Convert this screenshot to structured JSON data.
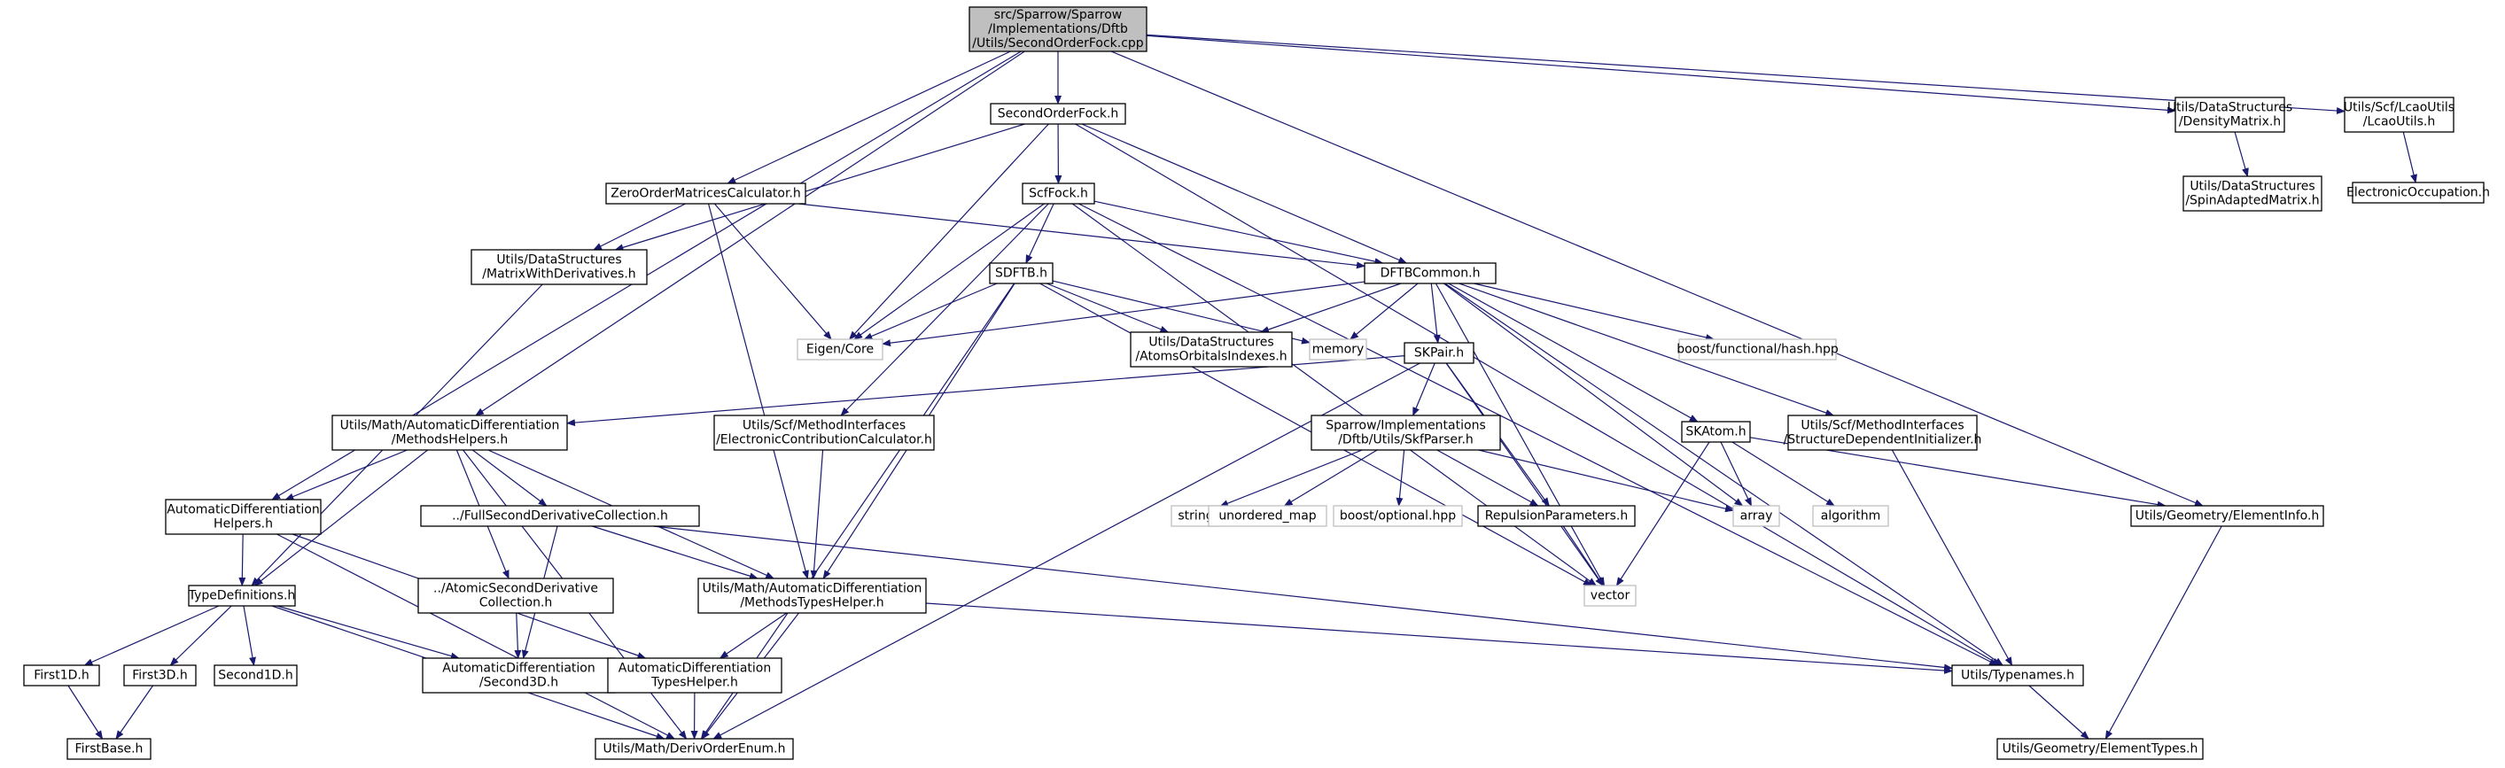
{
  "colors": {
    "edge": "#191970",
    "border": "#000000",
    "system_border": "#bfbfbf",
    "root_fill": "#bfbfbf"
  },
  "nodes": [
    {
      "id": "root",
      "type": "root",
      "lines": [
        "src/Sparrow/Sparrow",
        "/Implementations/Dftb",
        "/Utils/SecondOrderFock.cpp"
      ]
    },
    {
      "id": "sof",
      "type": "solid",
      "lines": [
        "SecondOrderFock.h"
      ]
    },
    {
      "id": "dsdm",
      "type": "solid",
      "lines": [
        "Utils/DataStructures",
        "/DensityMatrix.h"
      ]
    },
    {
      "id": "lcao",
      "type": "solid",
      "lines": [
        "Utils/Scf/LcaoUtils",
        "/LcaoUtils.h"
      ]
    },
    {
      "id": "spin",
      "type": "solid",
      "lines": [
        "Utils/DataStructures",
        "/SpinAdaptedMatrix.h"
      ]
    },
    {
      "id": "eocc",
      "type": "solid",
      "lines": [
        "ElectronicOccupation.h"
      ]
    },
    {
      "id": "zomc",
      "type": "solid",
      "lines": [
        "ZeroOrderMatricesCalculator.h"
      ]
    },
    {
      "id": "scff",
      "type": "solid",
      "lines": [
        "ScfFock.h"
      ]
    },
    {
      "id": "mwd",
      "type": "solid",
      "lines": [
        "Utils/DataStructures",
        "/MatrixWithDerivatives.h"
      ]
    },
    {
      "id": "sdftb",
      "type": "solid",
      "lines": [
        "SDFTB.h"
      ]
    },
    {
      "id": "dftbc",
      "type": "solid",
      "lines": [
        "DFTBCommon.h"
      ]
    },
    {
      "id": "eigen",
      "type": "system",
      "lines": [
        "Eigen/Core"
      ]
    },
    {
      "id": "aoi",
      "type": "solid",
      "lines": [
        "Utils/DataStructures",
        "/AtomsOrbitalsIndexes.h"
      ]
    },
    {
      "id": "memory",
      "type": "system",
      "lines": [
        "memory"
      ]
    },
    {
      "id": "boosthash",
      "type": "system",
      "lines": [
        "boost/functional/hash.hpp"
      ]
    },
    {
      "id": "skpair",
      "type": "solid",
      "lines": [
        "SKPair.h"
      ]
    },
    {
      "id": "mathmh",
      "type": "solid",
      "lines": [
        "Utils/Math/AutomaticDifferentiation",
        "/MethodsHelpers.h"
      ]
    },
    {
      "id": "ecc",
      "type": "solid",
      "lines": [
        "Utils/Scf/MethodInterfaces",
        "/ElectronicContributionCalculator.h"
      ]
    },
    {
      "id": "skf",
      "type": "solid",
      "lines": [
        "Sparrow/Implementations",
        "/Dftb/Utils/SkfParser.h"
      ]
    },
    {
      "id": "skatom",
      "type": "solid",
      "lines": [
        "SKAtom.h"
      ]
    },
    {
      "id": "sdi",
      "type": "solid",
      "lines": [
        "Utils/Scf/MethodInterfaces",
        "/StructureDependentInitializer.h"
      ]
    },
    {
      "id": "adh",
      "type": "solid",
      "lines": [
        "AutomaticDifferentiation",
        "Helpers.h"
      ]
    },
    {
      "id": "fsdc",
      "type": "solid",
      "lines": [
        "../FullSecondDerivativeCollection.h"
      ]
    },
    {
      "id": "string",
      "type": "system",
      "lines": [
        "string"
      ]
    },
    {
      "id": "umap",
      "type": "system",
      "lines": [
        "unordered_map"
      ]
    },
    {
      "id": "bopt",
      "type": "system",
      "lines": [
        "boost/optional.hpp"
      ]
    },
    {
      "id": "rep",
      "type": "solid",
      "lines": [
        "RepulsionParameters.h"
      ]
    },
    {
      "id": "array",
      "type": "system",
      "lines": [
        "array"
      ]
    },
    {
      "id": "algorithm",
      "type": "system",
      "lines": [
        "algorithm"
      ]
    },
    {
      "id": "einfo",
      "type": "solid",
      "lines": [
        "Utils/Geometry/ElementInfo.h"
      ]
    },
    {
      "id": "asdc",
      "type": "solid",
      "lines": [
        "../AtomicSecondDerivative",
        "Collection.h"
      ]
    },
    {
      "id": "mth",
      "type": "solid",
      "lines": [
        "Utils/Math/AutomaticDifferentiation",
        "/MethodsTypesHelper.h"
      ]
    },
    {
      "id": "vector",
      "type": "system",
      "lines": [
        "vector"
      ]
    },
    {
      "id": "typedef",
      "type": "solid",
      "lines": [
        "TypeDefinitions.h"
      ]
    },
    {
      "id": "first1d",
      "type": "solid",
      "lines": [
        "First1D.h"
      ]
    },
    {
      "id": "first3d",
      "type": "solid",
      "lines": [
        "First3D.h"
      ]
    },
    {
      "id": "second1d",
      "type": "solid",
      "lines": [
        "Second1D.h"
      ]
    },
    {
      "id": "second3d",
      "type": "solid",
      "lines": [
        "AutomaticDifferentiation",
        "/Second3D.h"
      ]
    },
    {
      "id": "adth",
      "type": "solid",
      "lines": [
        "AutomaticDifferentiation",
        "TypesHelper.h"
      ]
    },
    {
      "id": "typenames",
      "type": "solid",
      "lines": [
        "Utils/Typenames.h"
      ]
    },
    {
      "id": "firstbase",
      "type": "solid",
      "lines": [
        "FirstBase.h"
      ]
    },
    {
      "id": "deriv",
      "type": "solid",
      "lines": [
        "Utils/Math/DerivOrderEnum.h"
      ]
    },
    {
      "id": "etypes",
      "type": "solid",
      "lines": [
        "Utils/Geometry/ElementTypes.h"
      ]
    }
  ],
  "edges": [
    [
      "root",
      "sof"
    ],
    [
      "root",
      "dsdm"
    ],
    [
      "root",
      "lcao"
    ],
    [
      "root",
      "zomc"
    ],
    [
      "root",
      "mathmh"
    ],
    [
      "root",
      "adh"
    ],
    [
      "root",
      "einfo"
    ],
    [
      "dsdm",
      "spin"
    ],
    [
      "lcao",
      "eocc"
    ],
    [
      "sof",
      "scff"
    ],
    [
      "sof",
      "dftbc"
    ],
    [
      "sof",
      "mwd"
    ],
    [
      "sof",
      "eigen"
    ],
    [
      "sof",
      "typenames"
    ],
    [
      "zomc",
      "mwd"
    ],
    [
      "zomc",
      "eigen"
    ],
    [
      "zomc",
      "dftbc"
    ],
    [
      "zomc",
      "mth"
    ],
    [
      "scff",
      "sdftb"
    ],
    [
      "scff",
      "dftbc"
    ],
    [
      "scff",
      "eigen"
    ],
    [
      "scff",
      "ecc"
    ],
    [
      "scff",
      "vector"
    ],
    [
      "scff",
      "typenames"
    ],
    [
      "mwd",
      "typedef"
    ],
    [
      "sdftb",
      "eigen"
    ],
    [
      "sdftb",
      "aoi"
    ],
    [
      "sdftb",
      "memory"
    ],
    [
      "sdftb",
      "mth"
    ],
    [
      "sdftb",
      "vector"
    ],
    [
      "sdftb",
      "deriv"
    ],
    [
      "dftbc",
      "eigen"
    ],
    [
      "dftbc",
      "aoi"
    ],
    [
      "dftbc",
      "memory"
    ],
    [
      "dftbc",
      "boosthash"
    ],
    [
      "dftbc",
      "skpair"
    ],
    [
      "dftbc",
      "skatom"
    ],
    [
      "dftbc",
      "sdi"
    ],
    [
      "dftbc",
      "array"
    ],
    [
      "dftbc",
      "vector"
    ],
    [
      "dftbc",
      "typenames"
    ],
    [
      "skpair",
      "mathmh"
    ],
    [
      "skpair",
      "skf"
    ],
    [
      "skpair",
      "rep"
    ],
    [
      "skpair",
      "vector"
    ],
    [
      "skpair",
      "deriv"
    ],
    [
      "ecc",
      "mth"
    ],
    [
      "mathmh",
      "adh"
    ],
    [
      "mathmh",
      "fsdc"
    ],
    [
      "mathmh",
      "asdc"
    ],
    [
      "mathmh",
      "mth"
    ],
    [
      "mathmh",
      "typedef"
    ],
    [
      "mathmh",
      "deriv"
    ],
    [
      "skf",
      "string"
    ],
    [
      "skf",
      "umap"
    ],
    [
      "skf",
      "bopt"
    ],
    [
      "skf",
      "rep"
    ],
    [
      "skf",
      "array"
    ],
    [
      "skatom",
      "array"
    ],
    [
      "skatom",
      "algorithm"
    ],
    [
      "skatom",
      "einfo"
    ],
    [
      "skatom",
      "vector"
    ],
    [
      "sdi",
      "typenames"
    ],
    [
      "adh",
      "typedef"
    ],
    [
      "adh",
      "adth"
    ],
    [
      "adh",
      "deriv"
    ],
    [
      "fsdc",
      "mth"
    ],
    [
      "fsdc",
      "second3d"
    ],
    [
      "fsdc",
      "typenames"
    ],
    [
      "rep",
      "vector"
    ],
    [
      "einfo",
      "etypes"
    ],
    [
      "asdc",
      "second3d"
    ],
    [
      "mth",
      "adth"
    ],
    [
      "mth",
      "typenames"
    ],
    [
      "mth",
      "deriv"
    ],
    [
      "typedef",
      "first1d"
    ],
    [
      "typedef",
      "first3d"
    ],
    [
      "typedef",
      "second1d"
    ],
    [
      "typedef",
      "second3d"
    ],
    [
      "typedef",
      "deriv"
    ],
    [
      "first1d",
      "firstbase"
    ],
    [
      "first3d",
      "firstbase"
    ],
    [
      "adth",
      "deriv"
    ],
    [
      "typenames",
      "etypes"
    ]
  ]
}
